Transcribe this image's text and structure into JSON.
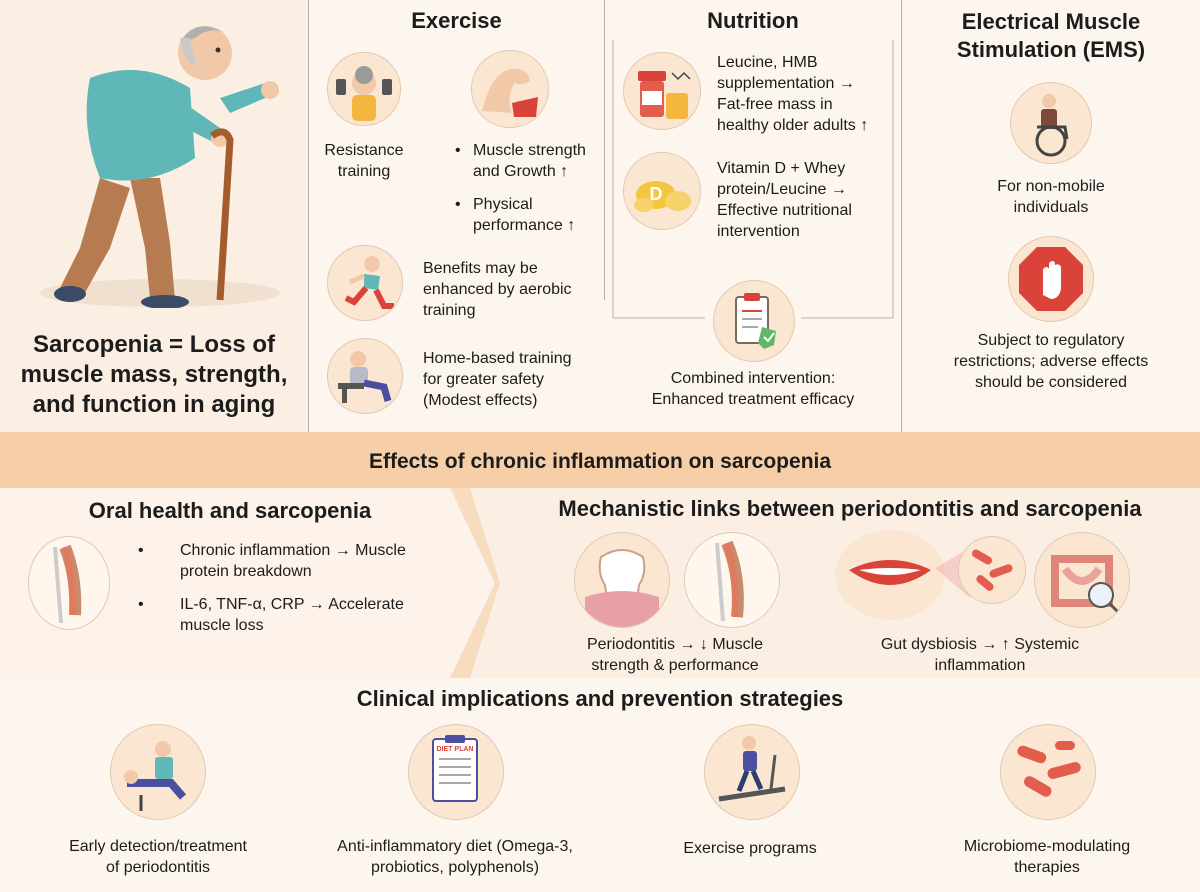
{
  "left": {
    "title_line1": "Sarcopenia = Loss of",
    "title_line2": "muscle mass, strength,",
    "title_line3": "and function in aging"
  },
  "exercise": {
    "heading": "Exercise",
    "resistance_line1": "Resistance",
    "resistance_line2": "training",
    "bullet1_line1": "Muscle strength",
    "bullet1_line2": "and Growth ↑",
    "bullet2_line1": "Physical",
    "bullet2_line2": "performance ↑",
    "aerobic_line1": "Benefits may be",
    "aerobic_line2": "enhanced by aerobic",
    "aerobic_line3": "training",
    "home_line1": "Home-based training",
    "home_line2": "for greater safety",
    "home_line3": "(Modest effects)"
  },
  "nutrition": {
    "heading": "Nutrition",
    "leucine_line1": "Leucine, HMB",
    "leucine_line2": "supplementation →",
    "leucine_line3": "Fat-free mass in",
    "leucine_line4": "healthy older adults ↑",
    "vitd_line1": "Vitamin D + Whey",
    "vitd_line2": "protein/Leucine →",
    "vitd_line3": "Effective nutritional",
    "vitd_line4": "intervention",
    "vitd_letter": "D",
    "combined_line1": "Combined intervention:",
    "combined_line2": "Enhanced treatment efficacy"
  },
  "ems": {
    "heading_line1": "Electrical Muscle",
    "heading_line2": "Stimulation (EMS)",
    "nonmobile_line1": "For non-mobile",
    "nonmobile_line2": "individuals",
    "restrict_line1": "Subject to regulatory",
    "restrict_line2": "restrictions; adverse effects",
    "restrict_line3": "should be considered"
  },
  "band": {
    "title": "Effects of chronic inflammation on sarcopenia"
  },
  "oral": {
    "heading": "Oral health and sarcopenia",
    "b1_line1": "Chronic inflammation → Muscle",
    "b1_line2": "protein breakdown",
    "b2_line1": "IL-6, TNF-α, CRP → Accelerate",
    "b2_line2": "muscle loss",
    "bullet": "•"
  },
  "mech": {
    "heading": "Mechanistic links between periodontitis and sarcopenia",
    "perio_line1": "Periodontitis → ↓ Muscle",
    "perio_line2": "strength & performance",
    "gut_line1": "Gut dysbiosis → ↑ Systemic",
    "gut_line2": "inflammation"
  },
  "clinical": {
    "heading": "Clinical implications and prevention strategies",
    "item1_line1": "Early detection/treatment",
    "item1_line2": "of periodontitis",
    "item2_line1": "Anti-inflammatory diet (Omega-3,",
    "item2_line2": "probiotics, polyphenols)",
    "item3": "Exercise programs",
    "item4_line1": "Microbiome-modulating",
    "item4_line2": "therapies",
    "diet_plan_label": "DIET PLAN"
  },
  "colors": {
    "band": "#f6cfa9",
    "circle_fill": "#fbe6d2",
    "accent_red": "#d9433a",
    "shirt": "#5fb7b7",
    "pants": "#b77b52"
  },
  "icons": [
    "elderly-man-cane-icon",
    "dumbbell-woman-icon",
    "flexed-arm-icon",
    "runner-icon",
    "home-workout-icon",
    "pill-bottle-icon",
    "vitamin-d-icon",
    "clipboard-check-icon",
    "wheelchair-icon",
    "stop-hand-icon",
    "muscle-bone-icon",
    "tooth-icon",
    "mouth-icon",
    "bacteria-icon",
    "intestine-icon",
    "dentist-icon",
    "diet-plan-icon",
    "treadmill-icon"
  ]
}
